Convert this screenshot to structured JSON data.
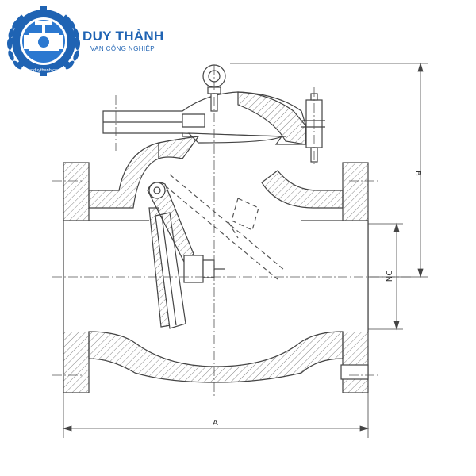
{
  "brand": {
    "name": "DUY THÀNH",
    "tagline": "VAN CÔNG NGHIỆP",
    "website": "vanduythanh.com"
  },
  "dimensions": {
    "a": "A",
    "b": "B",
    "dn": "DN"
  },
  "colors": {
    "brand_blue": "#1f63b3",
    "line": "#444444"
  }
}
